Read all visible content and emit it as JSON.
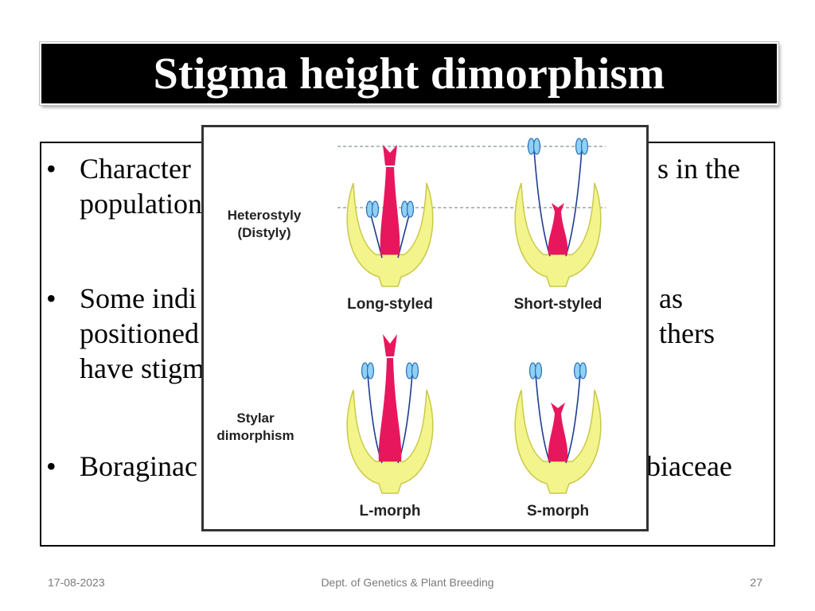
{
  "slide": {
    "title": "Stigma height dimorphism",
    "bullets": [
      {
        "symbol": "•",
        "visible_text": "Character\npopulation",
        "trailing_text": "s in the"
      },
      {
        "symbol": "•",
        "visible_text": "Some indi\npositioned\nhave stigm",
        "trailing_text": "as\nthers"
      },
      {
        "symbol": "•",
        "visible_text": "Boraginac",
        "trailing_text": "ubiaceae"
      }
    ]
  },
  "figure": {
    "row_labels": [
      "Heterostyly\n(Distyly)",
      "Stylar\ndimorphism"
    ],
    "flower_labels": [
      "Long-styled",
      "Short-styled",
      "L-morph",
      "S-morph"
    ],
    "colors": {
      "petal": "#f4f48c",
      "petal_outline": "#c9c94a",
      "pistil": "#e8175d",
      "filament": "#1f3d8f",
      "anther": "#8fd0f5",
      "guide_line": "#9aa5a5"
    }
  },
  "footer": {
    "date": "17-08-2023",
    "department": "Dept. of Genetics & Plant Breeding",
    "page_number": "27"
  }
}
